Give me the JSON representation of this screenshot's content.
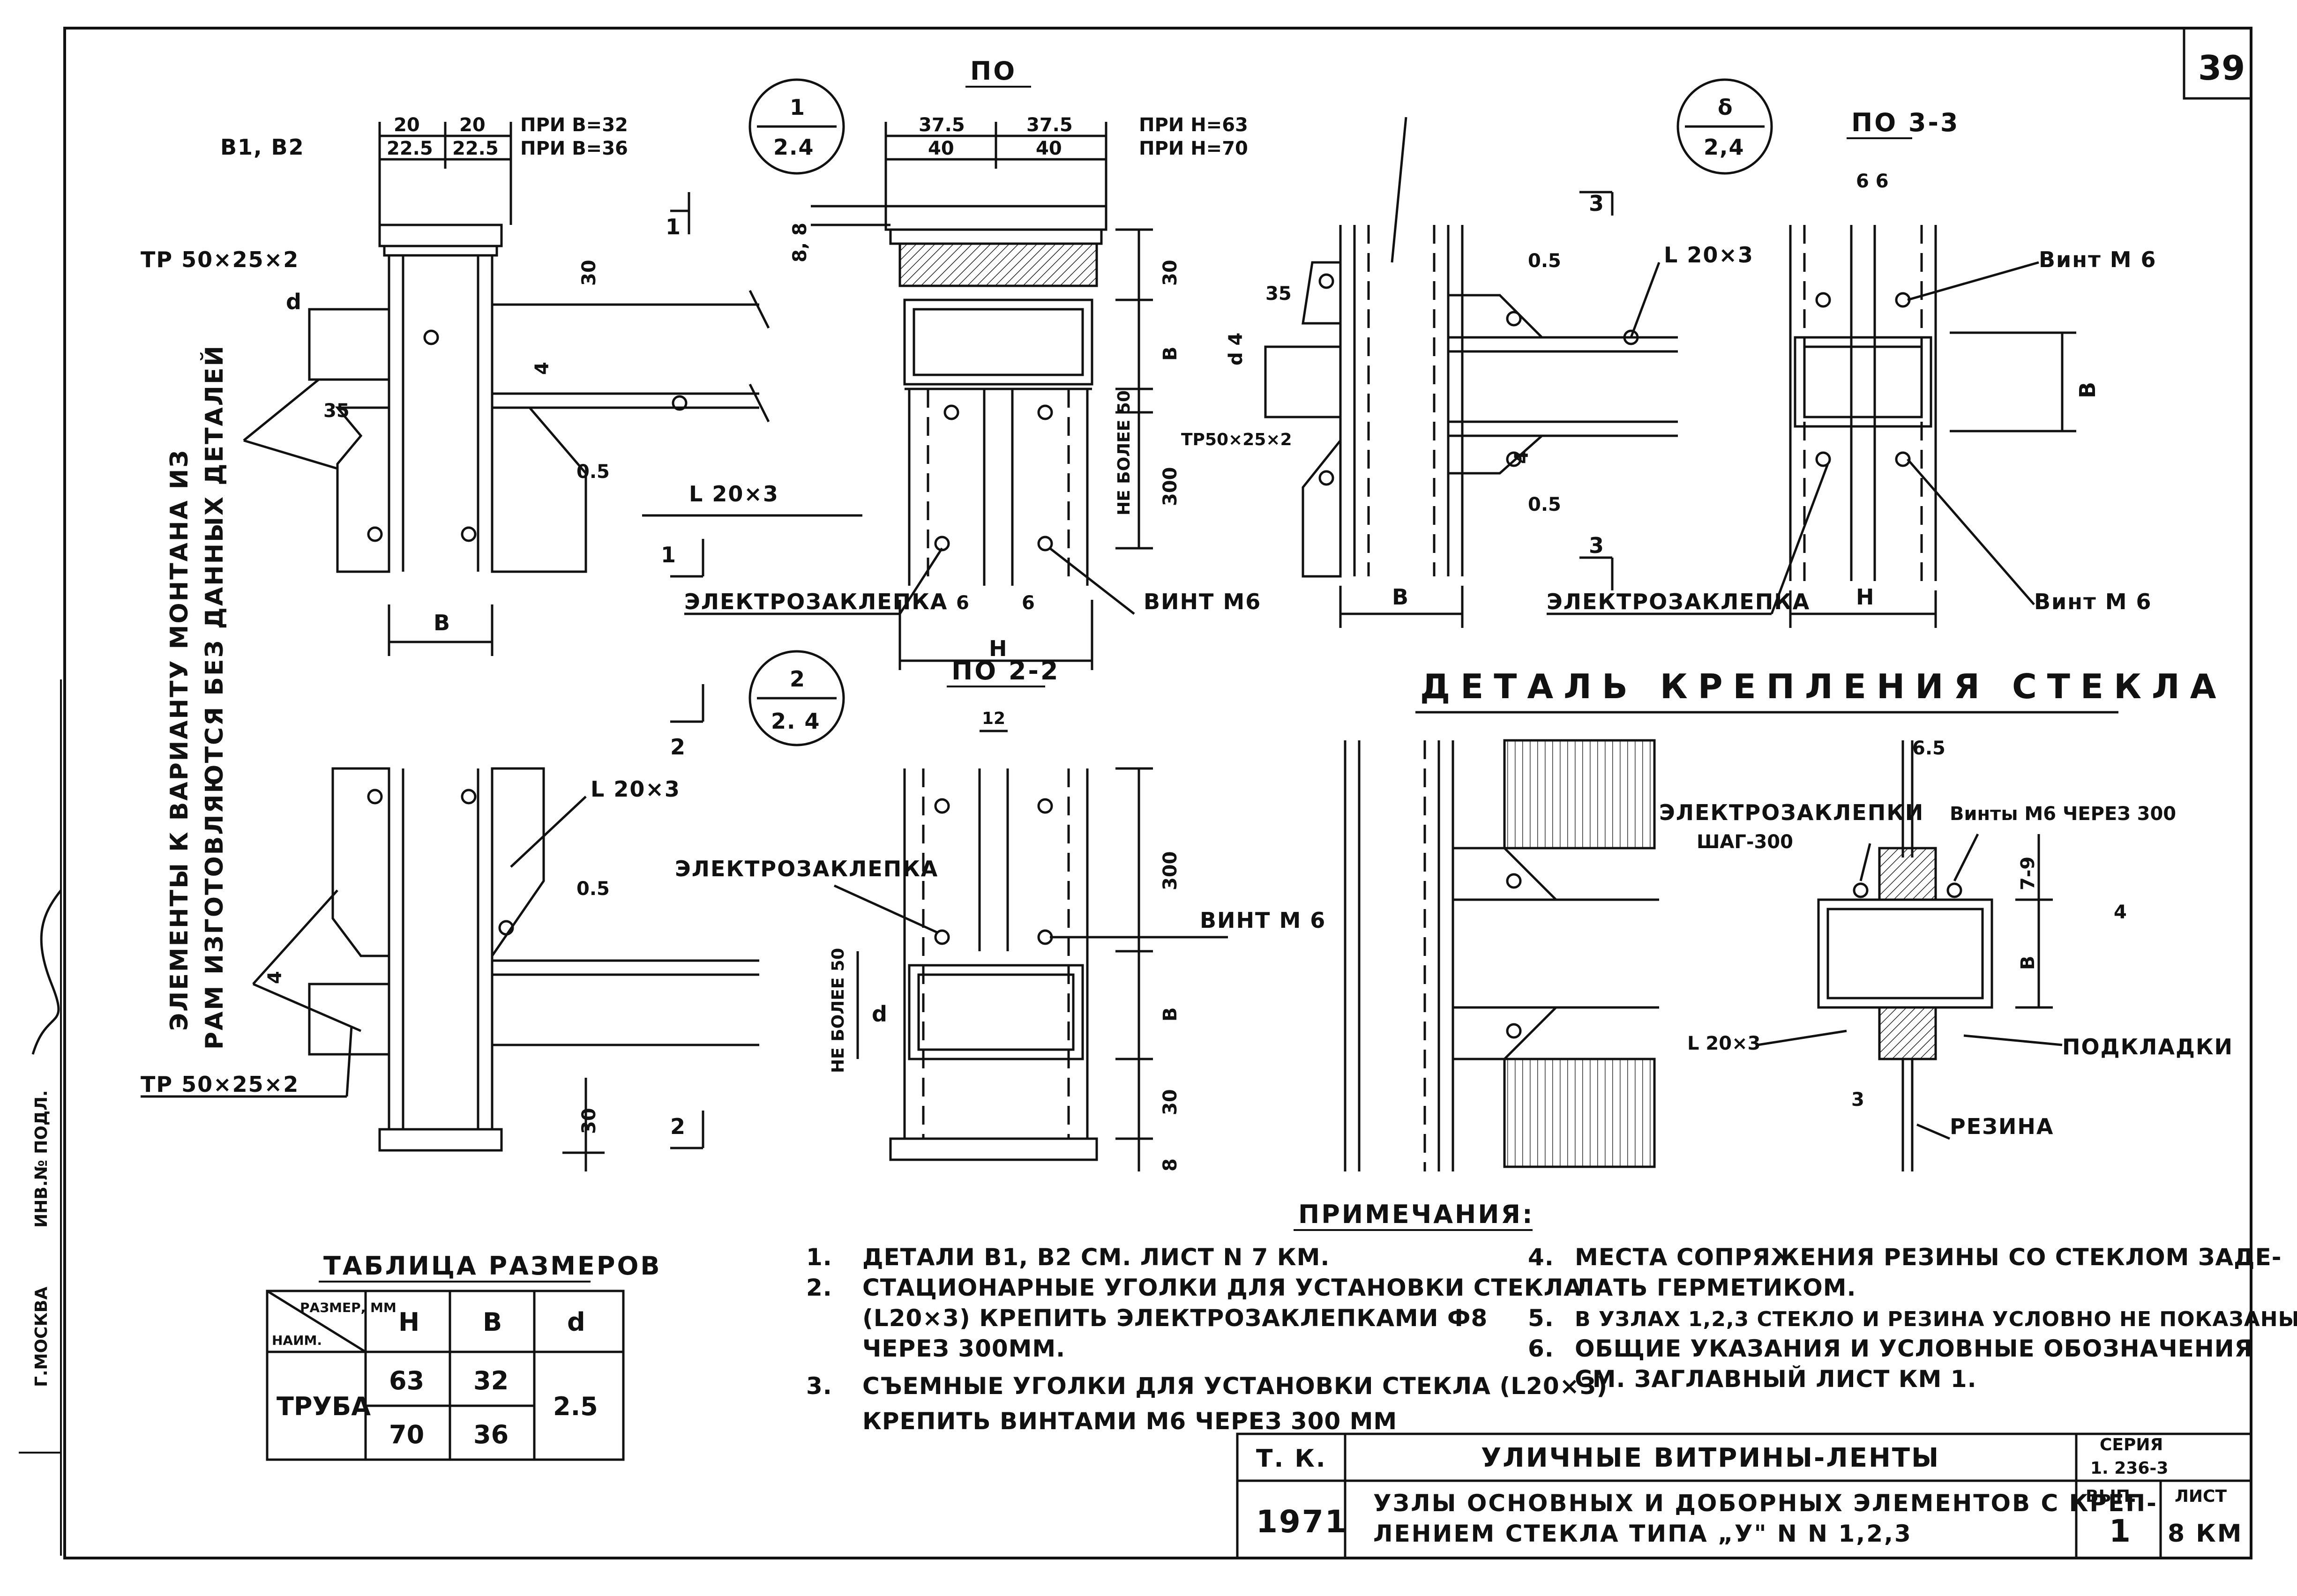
{
  "sheet_number": "39",
  "bubbles": [
    {
      "top": "1",
      "bottom": "2.4"
    },
    {
      "top": "δ",
      "bottom": "2,4"
    },
    {
      "top": "2",
      "bottom": "2. 4"
    }
  ],
  "detail1": {
    "dims_top": [
      "20",
      "20",
      "22.5",
      "22.5"
    ],
    "note_b32": "ПРИ В=32",
    "note_b36": "ПРИ В=36",
    "label_b1b2": "В1, В2",
    "label_tr": "ТР 50×25×2",
    "label_d": "d",
    "label_35": "35",
    "label_30": "30",
    "label_4": "4",
    "label_05": "0.5",
    "label_angle": "L 20×3",
    "label_B": "В",
    "section_1": "1"
  },
  "view_po": {
    "title": "ПО",
    "dims_top": [
      "37.5",
      "37.5",
      "40",
      "40"
    ],
    "note_h63": "ПРИ Н=63",
    "note_h70": "ПРИ Н=70",
    "d_88": "8, 8",
    "d_30": "30",
    "d_B": "В",
    "d_ne_bolee": "НЕ БОЛЕЕ 50",
    "d_300": "300",
    "label_weld": "ЭЛЕКТРОЗАКЛЕПКА",
    "label_screw": "ВИНТ М6",
    "b6a": "6",
    "b6b": "6",
    "label_H": "Н"
  },
  "detail_delta": {
    "label_section3": "3",
    "label_35": "35",
    "label_d4": "d 4",
    "label_tr": "ТР50×25×2",
    "label_05a": "0.5",
    "label_05b": "0.5",
    "label_4": "4",
    "label_angle": "L 20×3",
    "label_B": "В",
    "label_weld": "ЭЛЕКТРОЗАКЛЕПКА"
  },
  "view_po33": {
    "title": "ПО 3-3",
    "dims_top": "6 6",
    "label_screw_top": "Винт М 6",
    "label_screw_bot": "Винт М 6",
    "label_B": "В",
    "label_H": "Н"
  },
  "detail2": {
    "section_2": "2",
    "label_angle": "L 20×3",
    "label_05": "0.5",
    "label_4": "4",
    "label_tr": "ТР 50×25×2",
    "label_30": "30"
  },
  "view_po22": {
    "title": "ПО 2-2",
    "d_12": "12",
    "label_weld": "ЭЛЕКТРОЗАКЛЕПКА",
    "label_screw": "ВИНТ М 6",
    "d_300": "300",
    "d_ne_bolee": "НЕ БОЛЕЕ 50",
    "label_d": "d",
    "d_B": "В",
    "d_30": "30",
    "d_8": "8"
  },
  "glass_detail": {
    "title": "ДЕТАЛЬ КРЕПЛЕНИЯ СТЕКЛА",
    "label_weld": "ЭЛЕКТРОЗАКЛЕПКИ",
    "label_step": "ШАГ-300",
    "label_screws": "Винты М6 ЧЕРЕЗ 300",
    "d_65": "6.5",
    "d_79": "7-9",
    "d_B": "В",
    "label_4": "4",
    "label_angle": "L 20×3",
    "label_shims": "ПОДКЛАДКИ",
    "label_rubber": "РЕЗИНА",
    "d_3": "3"
  },
  "side_note": {
    "line1": "ЭЛЕМЕНТЫ К ВАРИАНТУ МОНТАНА ИЗ",
    "line2": "РАМ ИЗГОТОВЛЯЮТСЯ БЕЗ ДАННЫХ ДЕТАЛЕЙ"
  },
  "margin_stamp": {
    "text1": "Г.МОСКВА",
    "text2": "ИНВ.№ ПОДЛ."
  },
  "notes": {
    "title": "ПРИМЕЧАНИЯ:",
    "left": [
      {
        "num": "1.",
        "lines": [
          "ДЕТАЛИ В1, В2 СМ. ЛИСТ N 7 КМ."
        ]
      },
      {
        "num": "2.",
        "lines": [
          "СТАЦИОНАРНЫЕ УГОЛКИ ДЛЯ УСТАНОВКИ СТЕКЛА",
          "(L20×3) КРЕПИТЬ ЭЛЕКТРОЗАКЛЕПКАМИ Ф8",
          "ЧЕРЕЗ 300ММ."
        ]
      },
      {
        "num": "3.",
        "lines": [
          "СЪЕМНЫЕ УГОЛКИ ДЛЯ УСТАНОВКИ СТЕКЛА (L20×3)",
          "КРЕПИТЬ ВИНТАМИ М6 ЧЕРЕЗ 300 ММ"
        ]
      }
    ],
    "right": [
      {
        "num": "4.",
        "lines": [
          "МЕСТА СОПРЯЖЕНИЯ РЕЗИНЫ СО СТЕКЛОМ ЗАДЕ-",
          "ЛАТЬ ГЕРМЕТИКОМ."
        ]
      },
      {
        "num": "5.",
        "lines": [
          "В УЗЛАХ 1,2,3 СТЕКЛО И РЕЗИНА УСЛОВНО НЕ ПОКАЗАНЫ."
        ]
      },
      {
        "num": "6.",
        "lines": [
          "ОБЩИЕ УКАЗАНИЯ И УСЛОВНЫЕ ОБОЗНАЧЕНИЯ",
          "СМ. ЗАГЛАВНЫЙ ЛИСТ КМ 1."
        ]
      }
    ]
  },
  "size_table": {
    "title": "ТАБЛИЦА РАЗМЕРОВ",
    "corner_top": "РАЗМЕР, ММ",
    "corner_bottom": "НАИМ.",
    "headers": [
      "Н",
      "В",
      "d"
    ],
    "row_label": "ТРУБА",
    "rows": [
      [
        "63",
        "32"
      ],
      [
        "70",
        "36"
      ]
    ],
    "d_value": "2.5"
  },
  "title_block": {
    "tk": "Т. К.",
    "year": "1971",
    "title_main": "УЛИЧНЫЕ ВИТРИНЫ-ЛЕНТЫ",
    "title_sub1": "УЗЛЫ ОСНОВНЫХ И ДОБОРНЫХ ЭЛЕМЕНТОВ С КРЕП-",
    "title_sub2": "ЛЕНИЕМ СТЕКЛА ТИПА „У\" N N 1,2,3",
    "series_label": "СЕРИЯ",
    "series_value": "1. 236-3",
    "issue_label": "ВЫП.",
    "issue_value": "1",
    "sheet_label": "ЛИСТ",
    "sheet_value": "8 КМ"
  }
}
